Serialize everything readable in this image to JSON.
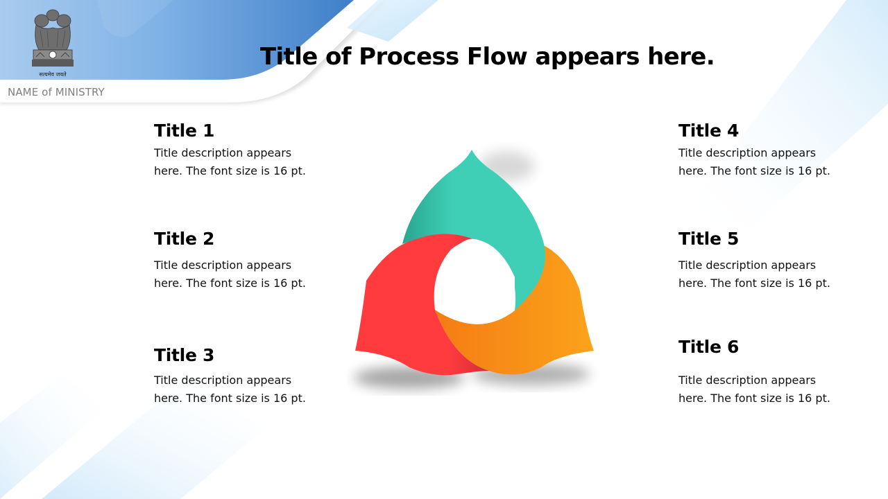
{
  "header": {
    "title": "Title of Process Flow appears here.",
    "ministry": "NAME of MINISTRY",
    "emblem_motto": "सत्यमेव जयते"
  },
  "items": [
    {
      "title": "Title 1",
      "description": "Title description appears here. The font size is 16 pt."
    },
    {
      "title": "Title 2",
      "description": "Title description appears here. The font size is 16 pt."
    },
    {
      "title": "Title 3",
      "description": "Title description appears here. The font size is 16 pt."
    },
    {
      "title": "Title 4",
      "description": "Title description appears here. The font size is 16 pt."
    },
    {
      "title": "Title 5",
      "description": "Title description appears here. The font size is 16 pt."
    },
    {
      "title": "Title 6",
      "description": "Title description appears here. The font size is 16 pt."
    }
  ],
  "colors": {
    "petal_top": "#3ecfb6",
    "petal_left": "#ff3b3e",
    "petal_right": "#fba31a",
    "header_blue": "#4a88cc"
  }
}
